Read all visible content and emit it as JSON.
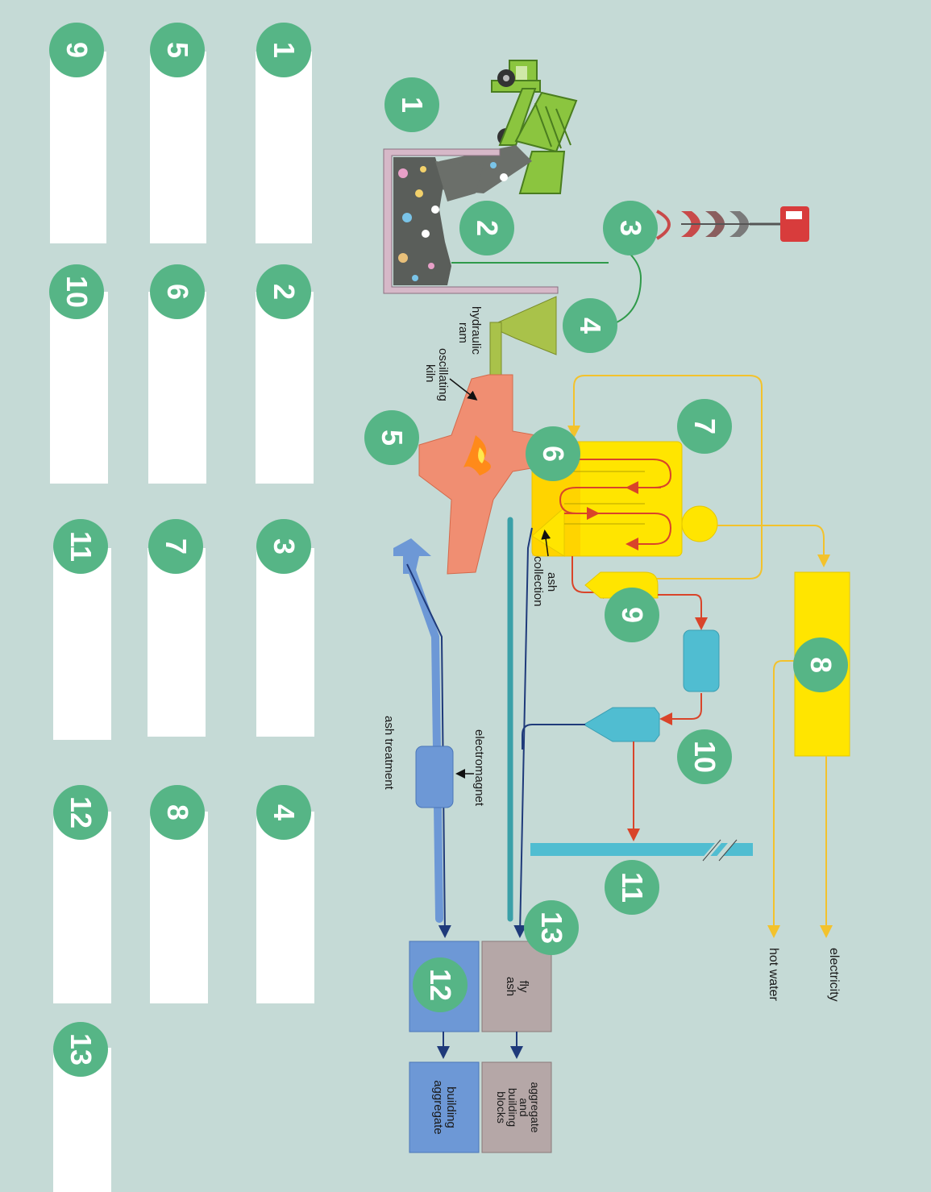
{
  "answer_boxes": [
    {
      "num": "9"
    },
    {
      "num": "5"
    },
    {
      "num": "1"
    },
    {
      "num": "10"
    },
    {
      "num": "6"
    },
    {
      "num": "2"
    },
    {
      "num": "11"
    },
    {
      "num": "7"
    },
    {
      "num": "3"
    },
    {
      "num": "12"
    },
    {
      "num": "8"
    },
    {
      "num": "4"
    },
    {
      "num": "13"
    }
  ],
  "diagram": {
    "markers": [
      "1",
      "2",
      "3",
      "4",
      "5",
      "6",
      "7",
      "8",
      "9",
      "10",
      "11",
      "12",
      "13"
    ],
    "labels": {
      "hydraulic_ram": [
        "hydraulic",
        "ram"
      ],
      "oscillating_kiln": [
        "oscillating",
        "kiln"
      ],
      "ash_collection": [
        "ash",
        "collection"
      ],
      "electromagnet": "electromagnet",
      "ash_treatment": "ash treatment",
      "electricity": "electricity",
      "hot_water": "hot water",
      "fly_ash": [
        "fly",
        "ash"
      ],
      "building_aggregate": [
        "building",
        "aggregate"
      ],
      "aggregate_blocks": [
        "aggregate",
        "and",
        "building",
        "blocks"
      ]
    }
  },
  "colors": {
    "background": "#c5dad6",
    "badge": "#56b586",
    "boiler": "#ffe500",
    "kiln": "#f08e72",
    "filter": "#50bdd1",
    "bottom_ash": "#6d98d6",
    "fly_ash_box": "#b5a7a7",
    "flow_red": "#d9442a",
    "flow_yellow": "#f3c22c",
    "flow_navy": "#1f3a7a",
    "flow_green": "#2f9a4a"
  }
}
